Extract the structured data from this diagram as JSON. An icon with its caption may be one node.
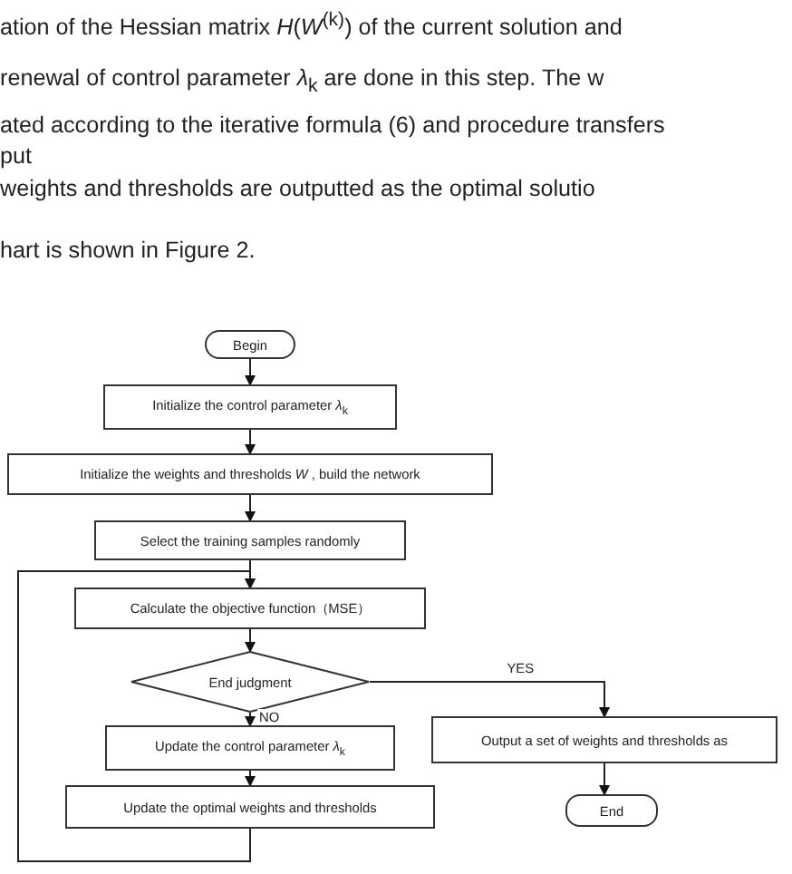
{
  "diagram": {
    "nodes": [
      {
        "text": [
          "Begin"
        ]
      },
      {
        "text": [
          "Initialize the control parameter *λ*$_{k}$"
        ]
      },
      {
        "text": [
          "Initialize the weights and thresholds *W* , build the network"
        ]
      },
      {
        "text": [
          "Select the training samples randomly"
        ]
      },
      {
        "text": [
          "Calculate the objective function（MSE）"
        ]
      },
      {
        "text": [
          "End judgment"
        ]
      },
      {
        "text": [
          "Update the control parameter *λ*$_{k}$"
        ]
      },
      {
        "text": [
          "Update the optimal weights and thresholds"
        ]
      },
      {
        "text": [
          "Output a set of weights and thresholds as"
        ]
      },
      {
        "text": [
          "End"
        ]
      }
    ],
    "edges": [
      {
        "from": 0,
        "to": 1,
        "arrow": "to"
      },
      {
        "from": 1,
        "to": 2,
        "arrow": "to"
      },
      {
        "from": 2,
        "to": 3,
        "arrow": "to"
      },
      {
        "from": 3,
        "to": 4,
        "arrow": "to"
      },
      {
        "from": 4,
        "to": 5,
        "arrow": "to"
      },
      {
        "from": 5,
        "to": 6,
        "arrow": "to",
        "label": "NO"
      },
      {
        "from": 6,
        "to": 7,
        "arrow": "to"
      },
      {
        "from": 7,
        "to": 4,
        "arrow": "to"
      },
      {
        "from": 5,
        "to": 8,
        "arrow": "to",
        "label": "YES"
      },
      {
        "from": 8,
        "to": 9,
        "arrow": "to"
      }
    ],
    "labels": [
      "ation of the Hessian matrix *H*(*W*$^{(k)}$) of the current solution and",
      "renewal of control parameter *λ*$_{k}$ are done in this step. The w",
      "ated according to the iterative formula (6) and procedure transfers",
      "put",
      "weights and thresholds are outputted as the optimal solutio",
      "hart is shown in Figure 2."
    ]
  }
}
